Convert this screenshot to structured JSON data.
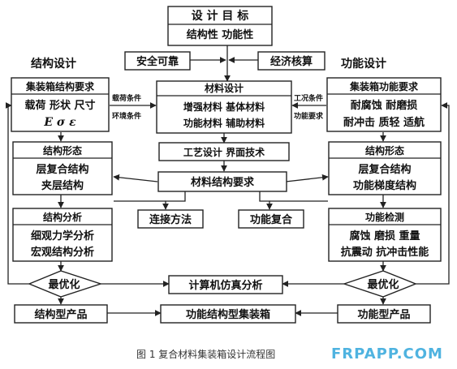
{
  "design_goal": {
    "title": "设 计 目 标",
    "items": "结构性  功能性"
  },
  "safety": "安全可靠",
  "economic": "经济核算",
  "left_heading": "结构设计",
  "right_heading": "功能设计",
  "struct_req": {
    "title": "集装箱结构要求",
    "line1": "载荷 形状 尺寸",
    "line2": "E  σ  ε"
  },
  "load_cond": "载荷条件",
  "env_cond": "环境条件",
  "work_cond": "工况条件",
  "func_need": "功能要求",
  "material_design": {
    "title": "材料设计",
    "row1": "增强材料  基体材料",
    "row2": "功能材料  辅助材料"
  },
  "func_req": {
    "title": "集装箱功能要求",
    "line1": "耐腐蚀 耐磨损",
    "line2": "耐冲击 质轻 适航"
  },
  "process_design": "工艺设计 界面技术",
  "struct_form_left": {
    "title": "结构形态",
    "line1": "层复合结构",
    "line2": "夹层结构"
  },
  "struct_form_right": {
    "title": "结构形态",
    "line1": "层复合结构",
    "line2": "功能梯度结构"
  },
  "material_struct_req": "材料结构要求",
  "struct_analysis": {
    "title": "结构分析",
    "line1": "细观力学分析",
    "line2": "宏观结构分析"
  },
  "connection": "连接方法",
  "func_composite": "功能复合",
  "func_test": {
    "title": "功能检测",
    "line1": "腐蚀 磨损 重量",
    "line2": "抗震动 抗冲击性能"
  },
  "opt_left": "最优化",
  "opt_right": "最优化",
  "simulation": "计算机仿真分析",
  "struct_product": "结构型产品",
  "func_struct_container": "功能结构型集装箱",
  "func_product": "功能型产品",
  "caption": "图 1   复合材料集装箱设计流程图",
  "watermark": "FRPAPP.COM"
}
